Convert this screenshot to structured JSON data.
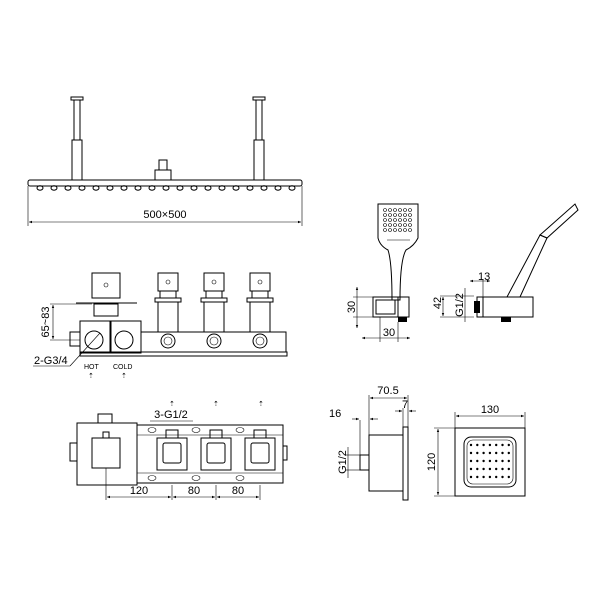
{
  "title": "Thermostatic shower system dimension drawing",
  "rain_shower": {
    "size_label": "500×500"
  },
  "valve_front": {
    "depth_label": "65~83",
    "inlet_label": "2-G3/4",
    "hot_label": "HOT",
    "cold_label": "COLD"
  },
  "valve_plan": {
    "outlet_label": "3-G1/2",
    "spacing": [
      "120",
      "80",
      "80"
    ]
  },
  "hand_shower": {
    "height_label": "30",
    "width_label": "30",
    "offset_label": "13",
    "bracket_label": "42",
    "thread_label": "G1/2"
  },
  "body_jet": {
    "depth_label": "70.5",
    "nipple_label": "16",
    "plate_label": "7",
    "thread_label": "G1/2",
    "width_label": "130",
    "height_label": "120"
  },
  "colors": {
    "line": "#000000",
    "background": "#ffffff"
  }
}
